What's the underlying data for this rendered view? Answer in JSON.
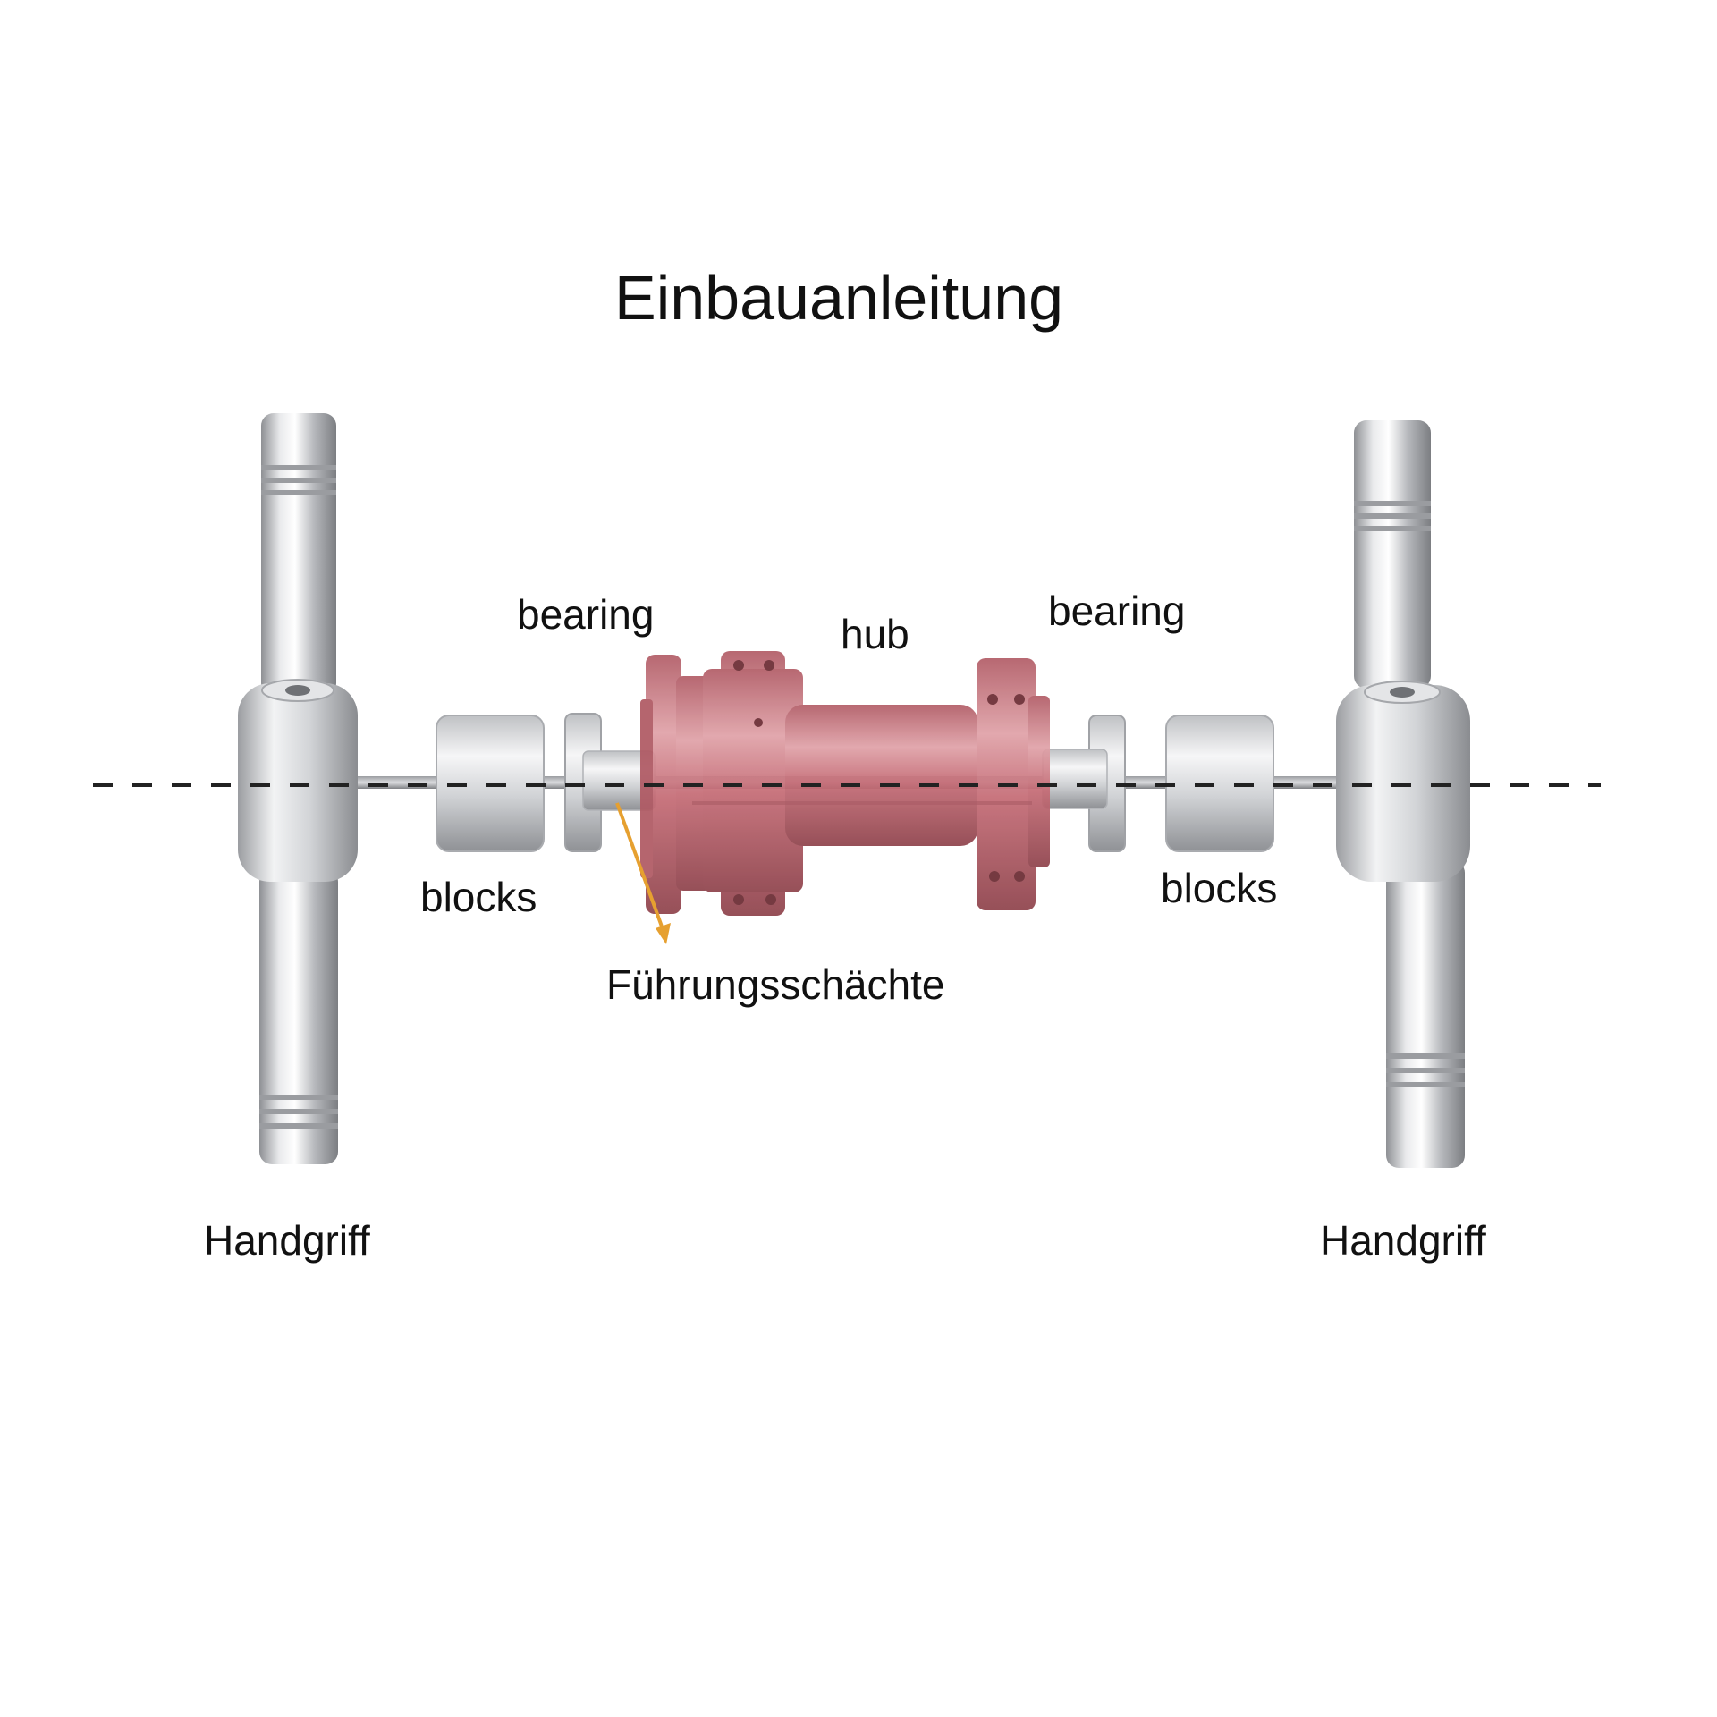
{
  "title": "Einbauanleitung",
  "labels": {
    "bearing_left": "bearing",
    "hub": "hub",
    "bearing_right": "bearing",
    "blocks_left": "blocks",
    "blocks_right": "blocks",
    "guide": "Führungsschächte",
    "handle_left": "Handgriff",
    "handle_right": "Handgriff"
  },
  "colors": {
    "background": "#ffffff",
    "text": "#111111",
    "metal": "#c8c9cc",
    "hub": "#c9717a",
    "arrow": "#e6a030",
    "centerline": "#222222"
  }
}
